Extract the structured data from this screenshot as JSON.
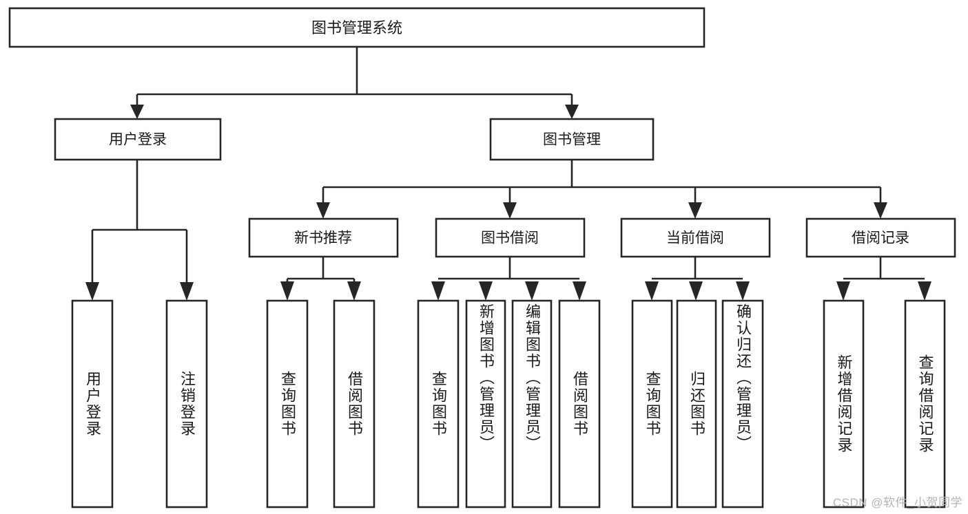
{
  "diagram": {
    "type": "tree-hierarchy",
    "title": "图书管理系统",
    "orientation": "top-down",
    "colors": {
      "background": "#ffffff",
      "box_stroke": "#262626",
      "box_fill": "#ffffff",
      "text": "#1a1a1a",
      "watermark": "#b4b4b4"
    },
    "root": {
      "label": "图书管理系统"
    },
    "level2": [
      {
        "label": "用户登录"
      },
      {
        "label": "图书管理"
      }
    ],
    "level3": [
      {
        "label": "新书推荐"
      },
      {
        "label": "图书借阅"
      },
      {
        "label": "当前借阅"
      },
      {
        "label": "借阅记录"
      }
    ],
    "leaves": {
      "user_login": [
        {
          "label": "用户登录"
        },
        {
          "label": "注销登录"
        }
      ],
      "new_book_recommend": [
        {
          "label": "查询图书"
        },
        {
          "label": "借阅图书"
        }
      ],
      "book_borrow": [
        {
          "label": "查询图书"
        },
        {
          "label": "新增图书（管理员）"
        },
        {
          "label": "编辑图书（管理员）"
        },
        {
          "label": "借阅图书"
        }
      ],
      "current_borrow": [
        {
          "label": "查询图书"
        },
        {
          "label": "归还图书"
        },
        {
          "label": "确认归还（管理员）"
        }
      ],
      "borrow_records": [
        {
          "label": "新增借阅记录"
        },
        {
          "label": "查询借阅记录"
        }
      ]
    }
  },
  "watermark": {
    "text": "CSDN @软件_小贺同学"
  }
}
